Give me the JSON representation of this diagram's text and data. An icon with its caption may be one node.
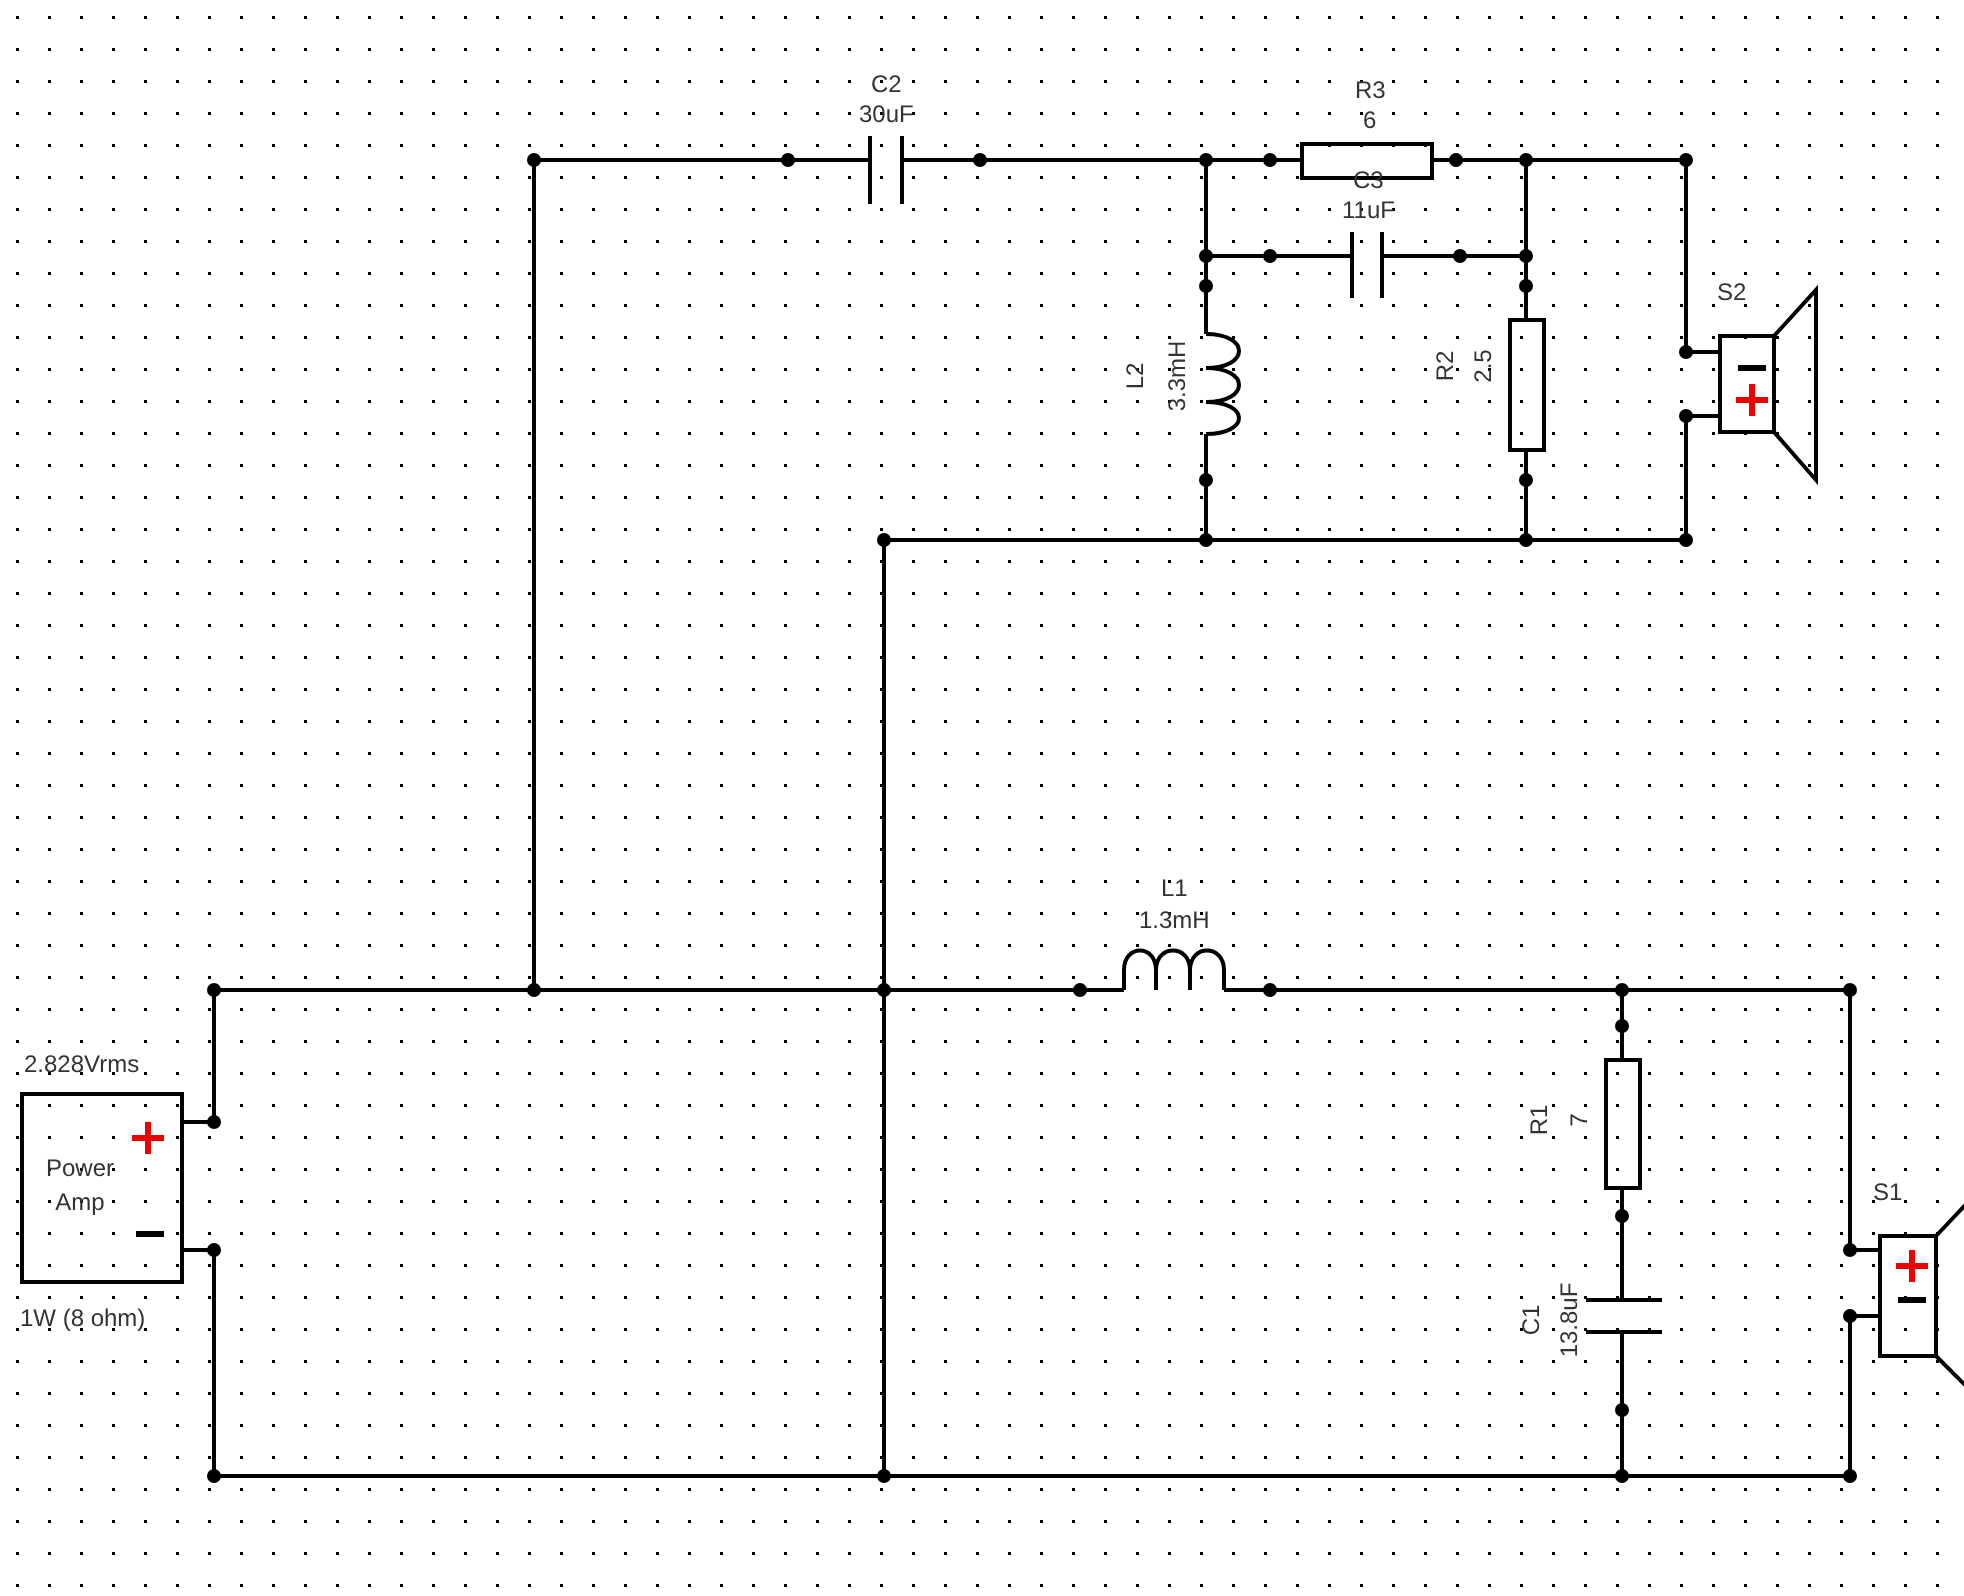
{
  "diagram": {
    "nodes": [
      {
        "text": [
          "Power Amp"
        ],
        "beside": [
          "2.828Vrms",
          "1W (8 ohm)"
        ]
      }
    ],
    "labels": [
      "C2",
      "30uF",
      "R3",
      "6",
      "C3",
      "11uF",
      "L2",
      "3.3mH",
      "R2",
      "2.5",
      "S2",
      "L1",
      "1.3mH",
      "R1",
      "7",
      "C1",
      "13.8uF",
      "S1"
    ]
  }
}
